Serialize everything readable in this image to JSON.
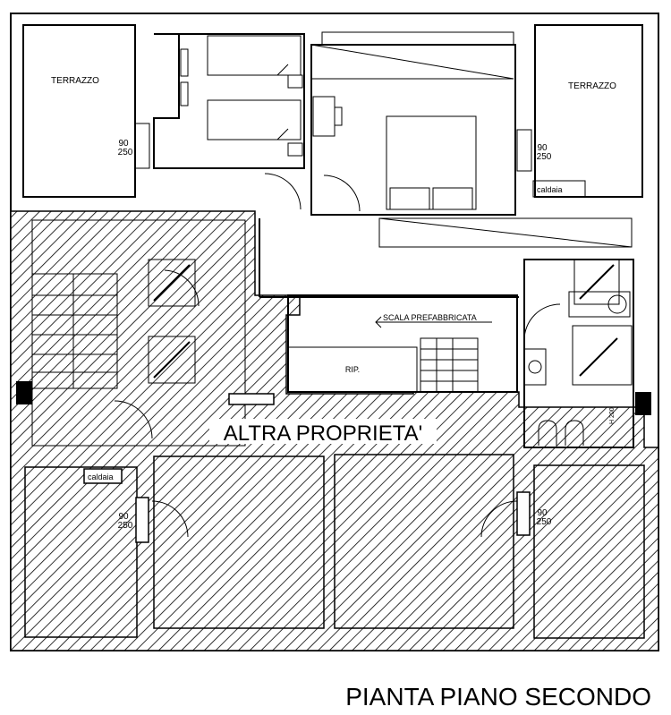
{
  "plan": {
    "title": "PIANTA PIANO SECONDO",
    "other_property": "ALTRA PROPRIETA'",
    "terrace_left": "TERRAZZO",
    "terrace_right": "TERRAZZO",
    "window_left_w": "90",
    "window_left_h": "250",
    "window_right_w": "90",
    "window_right_h": "250",
    "window_lower_left_w": "90",
    "window_lower_left_h": "250",
    "window_lower_right_w": "90",
    "window_lower_right_h": "250",
    "boiler_right": "caldaia",
    "boiler_lower_left": "caldaia",
    "stair_label": "SCALA PREFABBRICATA",
    "storage_label": "RIP.",
    "shower_height": "H 200"
  }
}
